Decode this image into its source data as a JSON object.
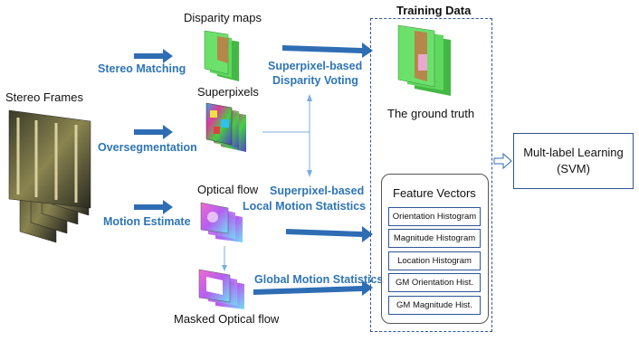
{
  "title": "Training Data",
  "inputs": {
    "stereo_frames": "Stereo Frames",
    "disparity_maps": "Disparity maps",
    "superpixels": "Superpixels",
    "optical_flow": "Optical flow",
    "masked_optical_flow": "Masked Optical flow"
  },
  "steps": {
    "stereo_matching": "Stereo Matching",
    "oversegmentation": "Oversegmentation",
    "motion_estimate": "Motion Estimate",
    "superpixel_disparity_1": "Superpixel-based",
    "superpixel_disparity_2": "Disparity Voting",
    "superpixel_local_1": "Superpixel-based",
    "superpixel_local_2": "Local Motion Statistics",
    "global_motion": "Global Motion Statistics"
  },
  "ground_truth": "The ground truth",
  "feature_vectors": {
    "title": "Feature Vectors",
    "items": [
      "Orientation Histogram",
      "Magnitude Histogram",
      "Location Histogram",
      "GM Orientation Hist.",
      "GM Magnitude Hist."
    ]
  },
  "output": {
    "line1": "Mult-label Learning",
    "line2": "(SVM)"
  },
  "colors": {
    "arrow": "#2e6db4",
    "text_blue": "#2e75b6",
    "box_border": "#2f5597"
  }
}
